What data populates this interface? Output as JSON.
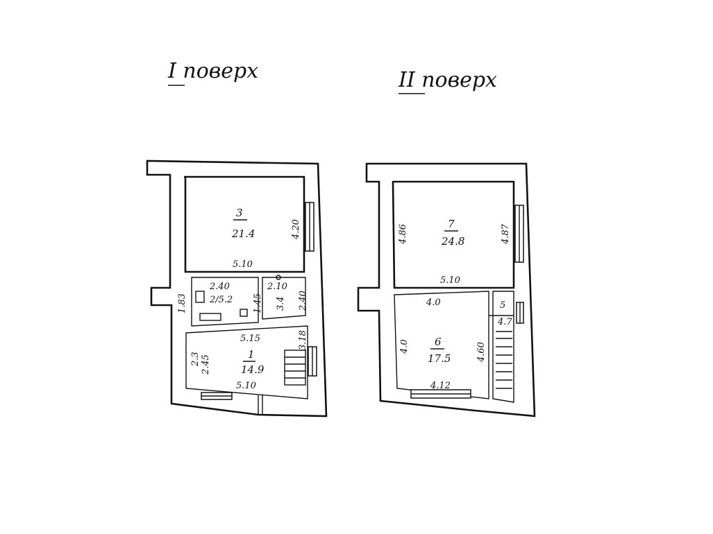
{
  "floors": [
    {
      "title": "I поверх",
      "rooms": [
        {
          "number": "3",
          "area": "21.4",
          "dims": [
            "5.10",
            "4.20"
          ]
        },
        {
          "number": "2",
          "area": "2/5.2",
          "dims": [
            "2.40",
            "1.83"
          ]
        },
        {
          "number": "",
          "area": "3.4",
          "dims": [
            "2.10",
            "1.45",
            "2.40"
          ]
        },
        {
          "number": "1",
          "area": "14.9",
          "dims": [
            "5.15",
            "5.10",
            "3.18",
            "2.45",
            "2.3"
          ]
        }
      ]
    },
    {
      "title": "II поверх",
      "rooms": [
        {
          "number": "7",
          "area": "24.8",
          "dims": [
            "5.10",
            "4.86",
            "4.87"
          ]
        },
        {
          "number": "6",
          "area": "17.5",
          "dims": [
            "4.0",
            "4.0",
            "4.60",
            "4.12"
          ]
        },
        {
          "number": "5",
          "area": "4.7",
          "dims": []
        }
      ]
    }
  ]
}
